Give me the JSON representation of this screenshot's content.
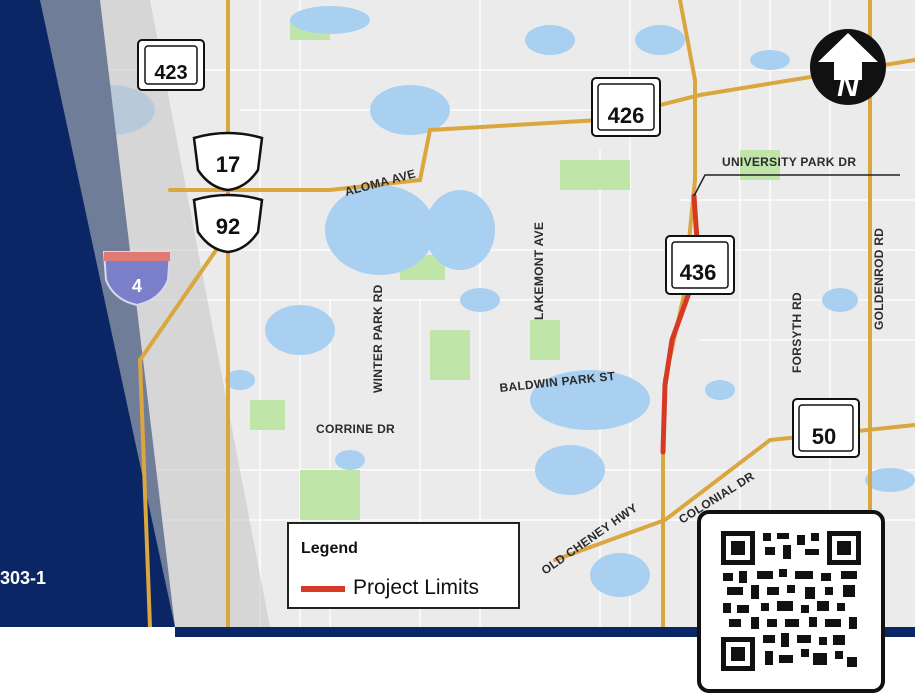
{
  "map": {
    "project_id": "303-1",
    "north_letter": "N",
    "shields": {
      "sr423": "423",
      "us17": "17",
      "us92": "92",
      "i4": "4",
      "sr426": "426",
      "sr436": "436",
      "sr50": "50"
    },
    "road_labels": {
      "aloma": "ALOMA AVE",
      "university_park": "UNIVERSITY PARK DR",
      "lakemont": "LAKEMONT AVE",
      "winter_park": "WINTER PARK RD",
      "forsyth": "FORSYTH RD",
      "goldenrod": "GOLDENROD RD",
      "baldwin_park": "BALDWIN PARK ST",
      "corrine": "CORRINE DR",
      "old_cheney": "OLD CHENEY HWY",
      "colonial": "COLONIAL DR"
    },
    "legend": {
      "title": "Legend",
      "item_label": "Project Limits"
    },
    "colors": {
      "navy": "#0b2665",
      "water": "#a9d0f1",
      "park": "#bfe6a8",
      "road": "#d9a640",
      "project": "#d63a24",
      "land": "#ebebeb"
    }
  }
}
